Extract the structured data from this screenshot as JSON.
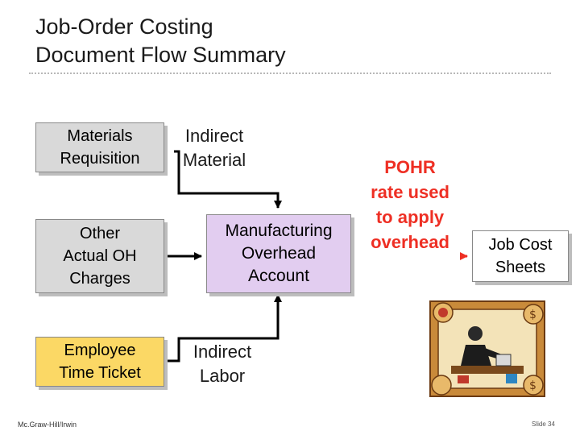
{
  "slide": {
    "title_line1": "Job-Order Costing",
    "title_line2": "Document Flow Summary",
    "footer_left": "Mc.Graw-Hill/Irwin",
    "footer_right": "Slide 34"
  },
  "boxes": {
    "materials_requisition": {
      "line1": "Materials",
      "line2": "Requisition"
    },
    "other_actual_oh": {
      "line1": "Other",
      "line2": "Actual OH",
      "line3": "Charges"
    },
    "employee_time_ticket": {
      "line1": "Employee",
      "line2": "Time Ticket"
    },
    "manufacturing_overhead": {
      "line1": "Manufacturing",
      "line2": "Overhead",
      "line3": "Account"
    },
    "job_cost_sheets": {
      "line1": "Job Cost",
      "line2": "Sheets"
    }
  },
  "labels": {
    "indirect_material": {
      "line1": "Indirect",
      "line2": "Material"
    },
    "indirect_labor": {
      "line1": "Indirect",
      "line2": "Labor"
    },
    "pohr": {
      "line1": "POHR",
      "line2": "rate used",
      "line3": "to apply",
      "line4": "overhead"
    }
  },
  "colors": {
    "box_gray": "#d9d9d9",
    "box_yellow": "#fbd865",
    "box_purple": "#e2cdf0",
    "pohr_text": "#ee2f24",
    "arrow": "#000000"
  }
}
